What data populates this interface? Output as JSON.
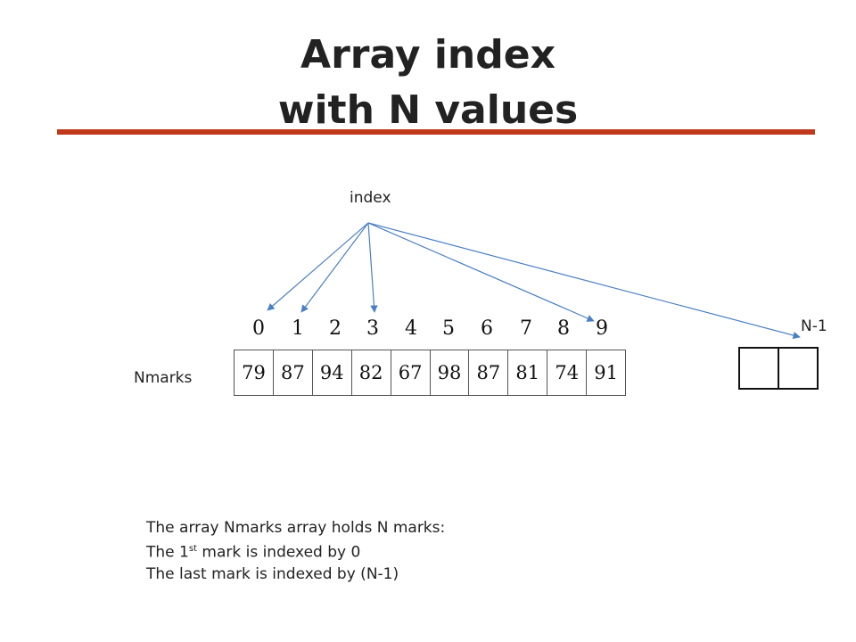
{
  "title": {
    "line1": "Array index",
    "line2": "with N values"
  },
  "labels": {
    "index": "index",
    "array_name": "Nmarks",
    "last_index": "N-1"
  },
  "indices": [
    "0",
    "1",
    "2",
    "3",
    "4",
    "5",
    "6",
    "7",
    "8",
    "9"
  ],
  "values": [
    "79",
    "87",
    "94",
    "82",
    "67",
    "98",
    "87",
    "81",
    "74",
    "91"
  ],
  "notes": {
    "line1": "The array Nmarks array holds N marks:",
    "line2_pre": "The 1",
    "line2_sup": "st",
    "line2_post": " mark is indexed by 0",
    "line3": "The last mark is indexed by (N-1)"
  },
  "colors": {
    "accent_rule": "#c0391b",
    "arrow": "#4a7fc4"
  },
  "arrow_targets": [
    "0",
    "1",
    "3",
    "9",
    "N-1"
  ]
}
